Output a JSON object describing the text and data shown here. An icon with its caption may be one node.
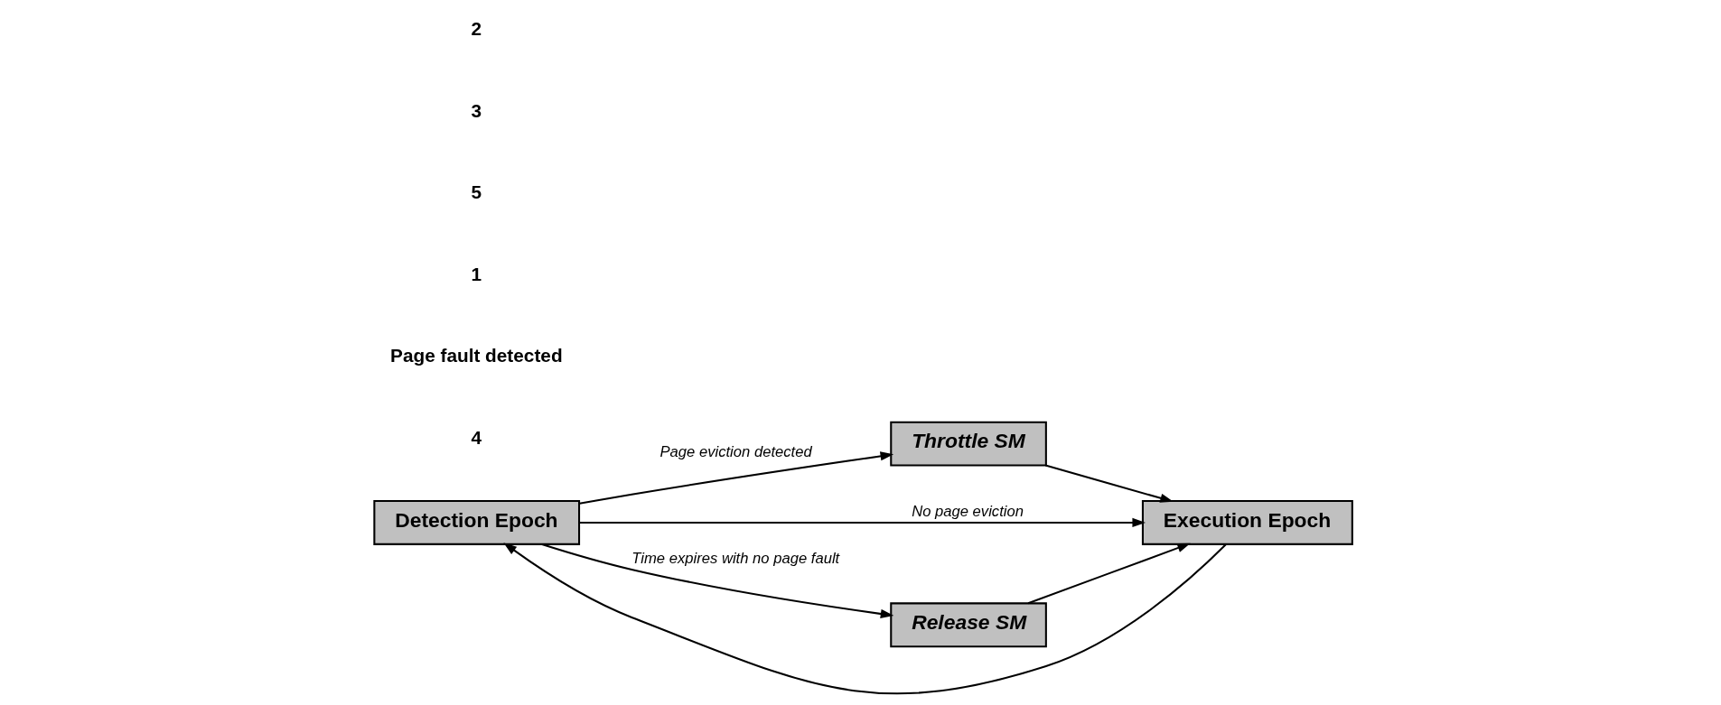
{
  "diagram": {
    "nodes": [
      {
        "text": [
          "Throttle SM"
        ]
      },
      {
        "text": [
          "Detection Epoch"
        ]
      },
      {
        "text": [
          "Execution Epoch"
        ]
      },
      {
        "text": [
          "Release SM"
        ]
      }
    ],
    "edges": [
      {
        "from": 0,
        "to": 2,
        "arrow": "to"
      },
      {
        "from": 1,
        "to": 0,
        "arrow": "to",
        "label": "Page eviction detected"
      },
      {
        "from": 1,
        "to": 2,
        "arrow": "to",
        "label": "No page eviction"
      },
      {
        "from": 1,
        "to": 3,
        "arrow": "to",
        "label": "Time expires with no page fault"
      },
      {
        "from": 3,
        "to": 2,
        "arrow": "to"
      },
      {
        "from": 2,
        "to": 1,
        "arrow": "to"
      }
    ],
    "labels": [
      "4",
      "Page fault detected",
      "1",
      "5",
      "3",
      "2"
    ]
  }
}
